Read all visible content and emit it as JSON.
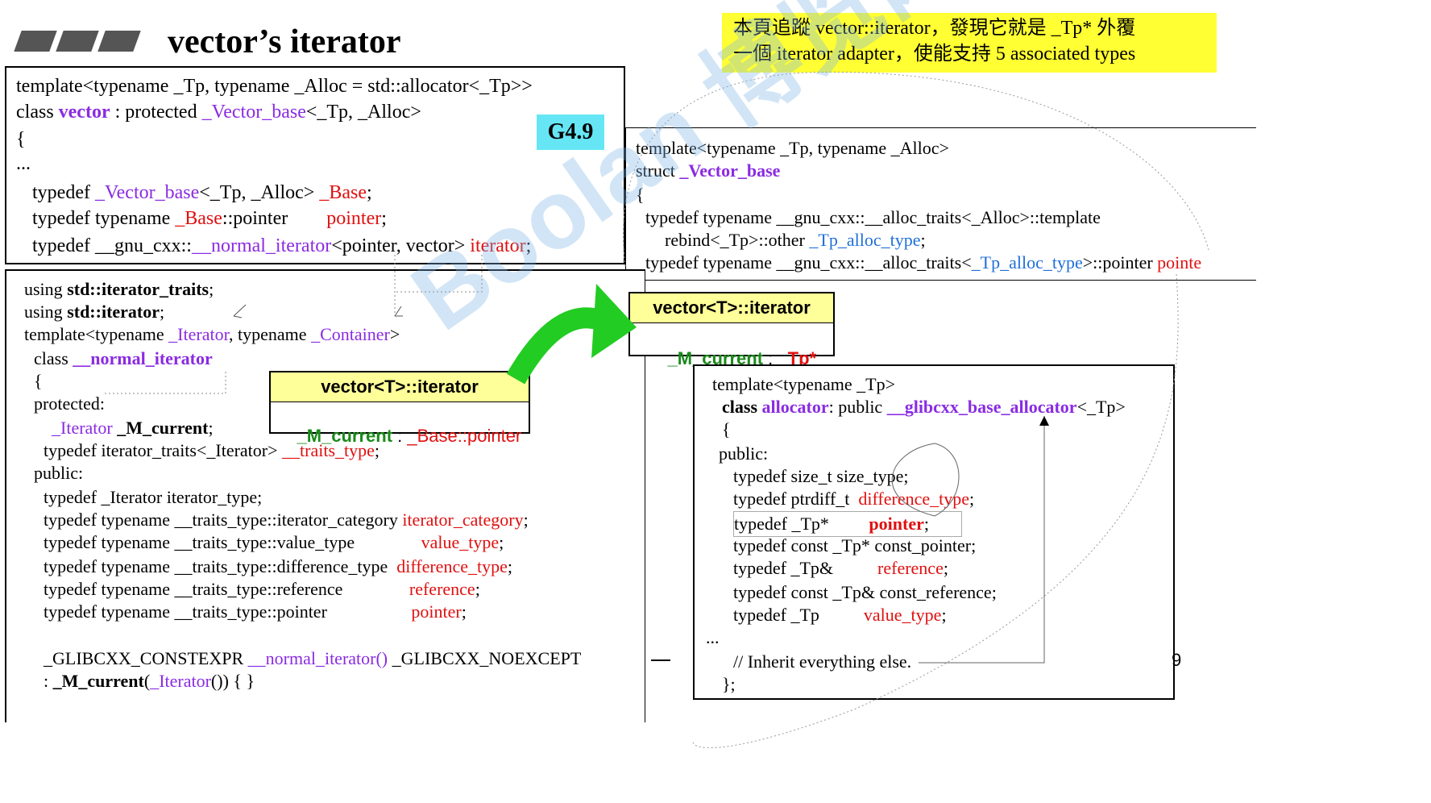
{
  "title": "vector’s iterator",
  "note": {
    "line1": "本頁追蹤 vector::iterator，發現它就是 _Tp* 外覆",
    "line2": "一個 iterator adapter，使能支持 5 associated types"
  },
  "badge": "G4.9",
  "vector_box": [
    "template<typename _Tp, typename _Alloc = std::allocator<_Tp>>",
    "class vector : protected _Vector_base<_Tp, _Alloc>",
    "{",
    "...",
    "typedef _Vector_base<_Tp, _Alloc> _Base;",
    "typedef typename _Base::pointer pointer;",
    "typedef __gnu_cxx::__normal_iterator<pointer, vector> iterator;"
  ],
  "vector_base_box": [
    "template<typename _Tp, typename _Alloc>",
    "struct _Vector_base",
    "{",
    "typedef typename __gnu_cxx::__alloc_traits<_Alloc>::template",
    "rebind<_Tp>::other _Tp_alloc_type;",
    "typedef typename __gnu_cxx::__alloc_traits<_Tp_alloc_type>::pointer pointe"
  ],
  "normal_iter_box": [
    "using std::iterator_traits;",
    "using std::iterator;",
    "template<typename _Iterator, typename _Container>",
    "class __normal_iterator",
    "{",
    "protected:",
    "_Iterator _M_current;",
    "typedef iterator_traits<_Iterator> __traits_type;",
    "public:",
    "typedef _Iterator iterator_type;",
    "typedef typename __traits_type::iterator_category iterator_category;",
    "typedef typename __traits_type::value_type value_type;",
    "typedef typename __traits_type::difference_type difference_type;",
    "typedef typename __traits_type::reference reference;",
    "typedef typename __traits_type::pointer pointer;",
    "_GLIBCXX_CONSTEXPR __normal_iterator() _GLIBCXX_NOEXCEPT",
    ": _M_current(_Iterator()) { }"
  ],
  "allocator_box": [
    "template<typename _Tp>",
    "class allocator: public __glibcxx_base_allocator<_Tp>",
    "{",
    "public:",
    "typedef size_t size_type;",
    "typedef ptrdiff_t difference_type;",
    "typedef _Tp* pointer;",
    "typedef const _Tp* const_pointer;",
    "typedef _Tp& reference;",
    "typedef const _Tp& const_reference;",
    "typedef _Tp value_type;",
    "...",
    "// Inherit everything else.",
    "};"
  ],
  "iter_card_1": {
    "header": "vector<T>::iterator",
    "member": "_M_current",
    "type": "_Base::pointer"
  },
  "iter_card_2": {
    "header": "vector<T>::iterator",
    "member": "_M_current",
    "type": "_Tp*"
  },
  "page_number": "9",
  "watermark": "Boolan 博览网",
  "colors": {
    "red": "#e01010",
    "purple": "#8a2be2",
    "blue": "#1e6fd9",
    "yellow": "#ffff33",
    "cyan": "#66e6f5",
    "card_header": "#ffff99",
    "arrow_green": "#22cc22"
  }
}
